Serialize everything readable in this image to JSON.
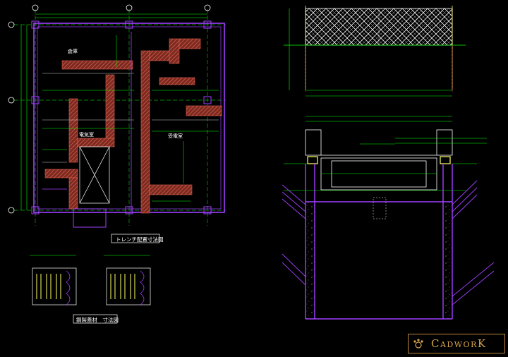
{
  "drawing": {
    "plan_title": "トレンチ配置寸法図",
    "detail_title": "鋼製蓋材　寸法図",
    "room_labels": {
      "room_a": "倉庫",
      "room_b": "電気室",
      "room_c": "受電室"
    }
  },
  "logo": {
    "text": "CadworK",
    "accent_color": "#d9a64a"
  },
  "colors": {
    "background": "#000000",
    "wall_hatch": "#c04a3a",
    "grid": "#00c000",
    "dimension": "#00ff00",
    "outline_purple": "#a040ff",
    "annotation": "#ffff66",
    "text": "#ffffff"
  }
}
